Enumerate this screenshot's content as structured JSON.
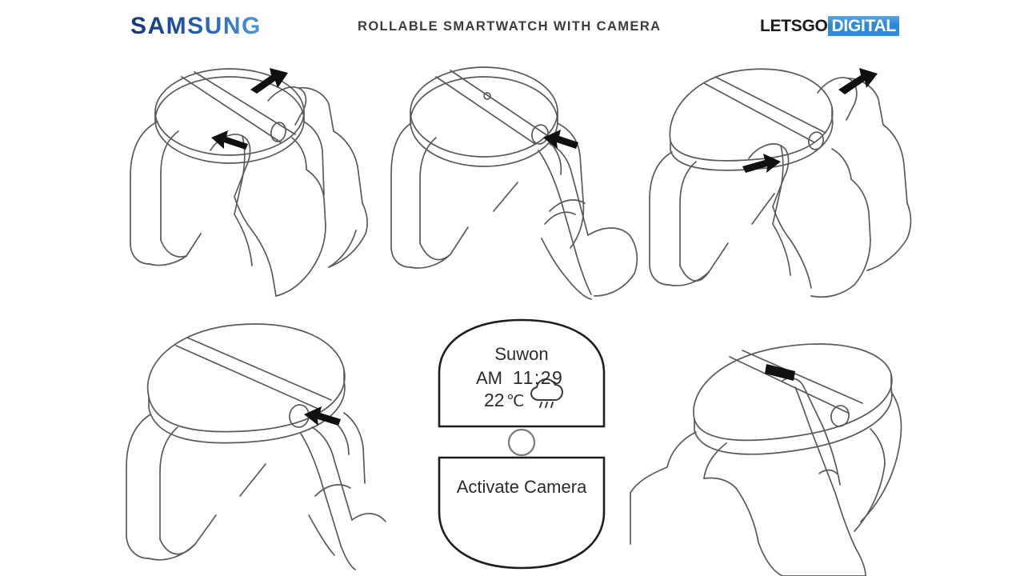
{
  "header": {
    "brand_logo": "SAMSUNG",
    "title": "ROLLABLE SMARTWATCH WITH CAMERA",
    "watermark_part1": "LETSGO",
    "watermark_part2": "DIGITAL",
    "brand_color": "#1b4fa0",
    "watermark_accent": "#2d86d6"
  },
  "figures": [
    {
      "id": "figure-1",
      "caption": "Hand grasping rolled smartwatch, two arrows indicating bi-directional pull to unroll display",
      "arrows": 2,
      "state": "rolled-circular"
    },
    {
      "id": "figure-2",
      "caption": "Finger pressing side crown button on circular smartwatch, one arrow pointing at the button",
      "arrows": 1,
      "state": "rolled-circular"
    },
    {
      "id": "figure-3",
      "caption": "Hand stretching smartwatch display outward, two arrows indicating expansion",
      "arrows": 2,
      "state": "expanding"
    },
    {
      "id": "figure-4",
      "caption": "Finger pressing side crown button on fully expanded oval smartwatch, one arrow",
      "arrows": 1,
      "state": "expanded-oval"
    },
    {
      "id": "figure-5",
      "caption": "Finger touching the unrolled display surface of expanded smartwatch worn on wrist",
      "arrows": 1,
      "state": "expanded-worn"
    }
  ],
  "watch_screen": {
    "top_panel": {
      "location": "Suwon",
      "meridiem": "AM",
      "time": "11:29",
      "temperature": "22",
      "temperature_unit": "℃",
      "weather_icon": "rain-cloud-icon"
    },
    "camera_lens": {
      "label": "camera-lens"
    },
    "bottom_panel": {
      "action_label": "Activate Camera"
    }
  },
  "style": {
    "line_color": "#5a5a5a",
    "screen_outline_color": "#1e1e1e",
    "arrow_color": "#101010",
    "background": "#ffffff"
  }
}
